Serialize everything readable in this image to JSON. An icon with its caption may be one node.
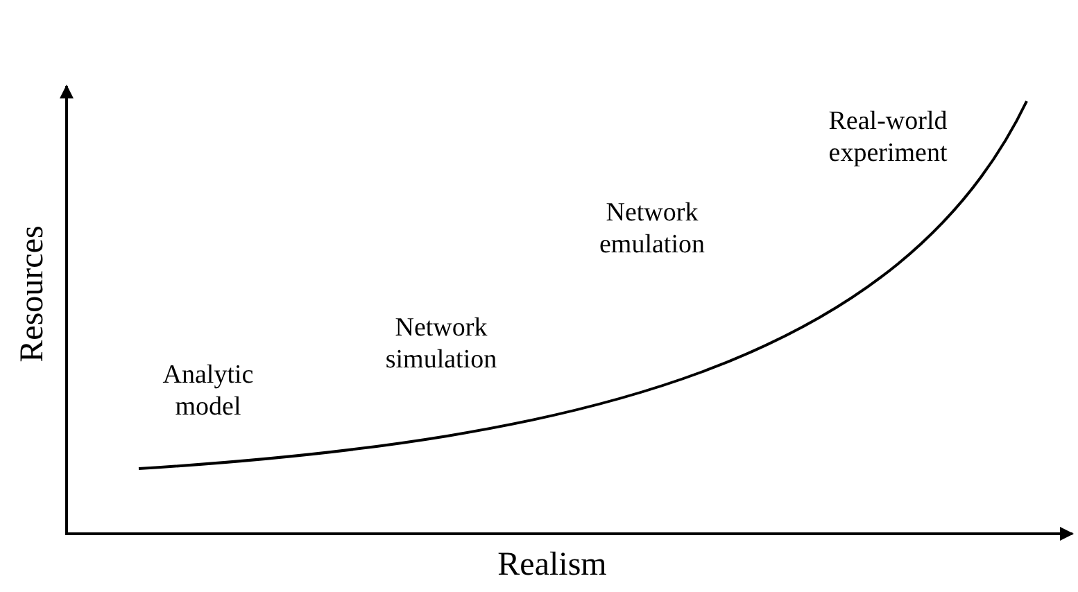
{
  "diagram": {
    "labels": [
      "Real-world experiment",
      "Network emulation",
      "Network simulation",
      "Analytic model",
      "Resources",
      "Realism"
    ]
  }
}
